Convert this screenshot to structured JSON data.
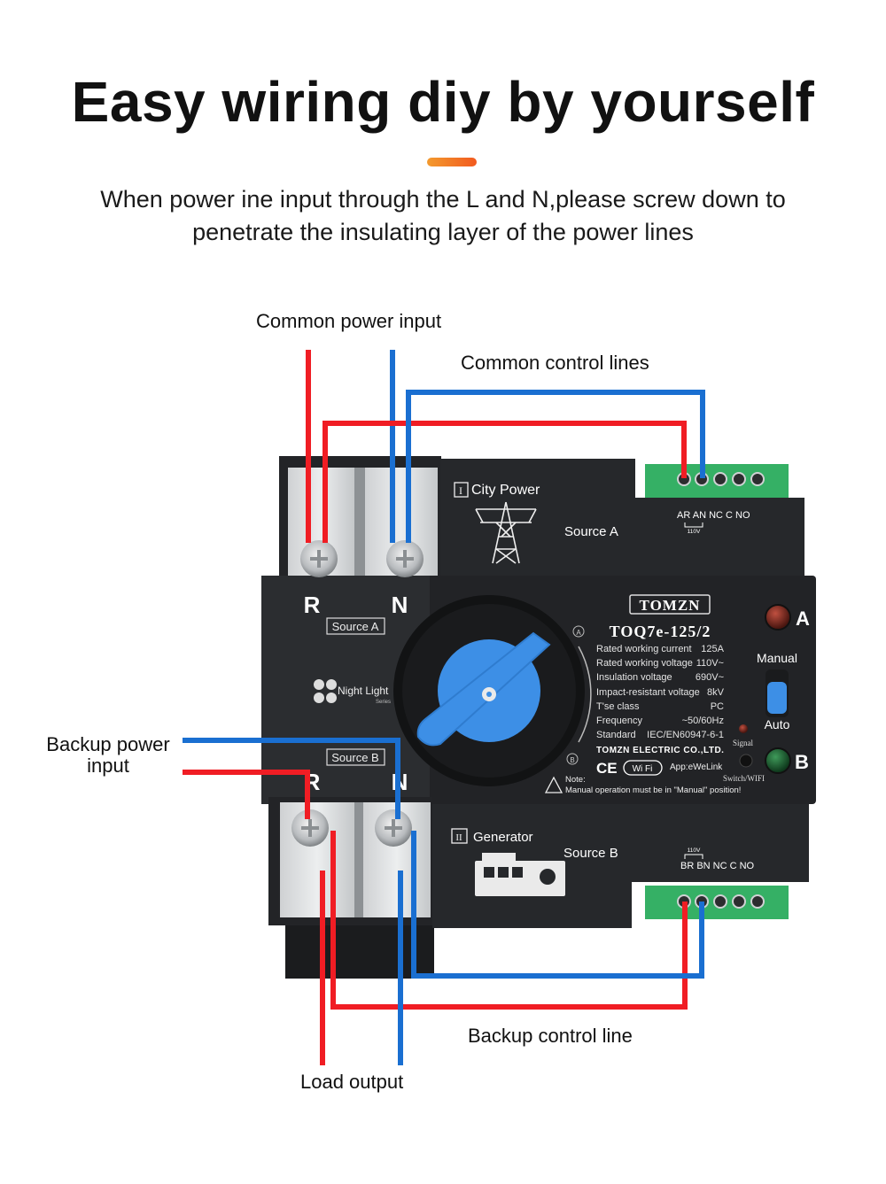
{
  "title": "Easy wiring diy by yourself",
  "subtitle_line1": "When power ine input through the L and N,please screw down to",
  "subtitle_line2": "penetrate the insulating layer of the power lines",
  "labels": {
    "common_power_input": "Common power input",
    "common_control_lines": "Common control lines",
    "backup_power_input_1": "Backup power",
    "backup_power_input_2": "input",
    "backup_control_line": "Backup control line",
    "load_output": "Load output"
  },
  "device": {
    "terminal_r": "R",
    "terminal_n": "N",
    "source_a_tag": "Source A",
    "source_b_tag": "Source B",
    "night_light": "Night Light",
    "series": "Series",
    "city_power": "City Power",
    "source_a": "Source A",
    "source_b": "Source B",
    "generator": "Generator",
    "roman_1": "I",
    "roman_2": "II",
    "ctrl_top_labels": "AR AN  NC  C  NO",
    "ctrl_bottom_labels": "BR BN  NC  C  NO",
    "v110": "110V",
    "brand": "TOMZN",
    "model": "TOQ7e-125/2",
    "specs": [
      {
        "k": "Rated working current",
        "v": "125A"
      },
      {
        "k": "Rated working voltage",
        "v": "110V~"
      },
      {
        "k": "Insulation voltage",
        "v": "690V~"
      },
      {
        "k": "Impact-resistant voltage",
        "v": "8kV"
      },
      {
        "k": "T'se class",
        "v": "PC"
      },
      {
        "k": "Frequency",
        "v": "~50/60Hz"
      },
      {
        "k": "Standard",
        "v": "IEC/EN60947-6-1"
      }
    ],
    "company": "TOMZN ELECTRIC CO.,LTD.",
    "signal": "Signal",
    "app": "App:eWeLink",
    "switch_wifi": "Switch/WIFI",
    "wifi_badge": "Wi Fi",
    "ce": "CE",
    "note_label": "Note:",
    "note_text": "Manual operation must be in \"Manual\" position!",
    "manual": "Manual",
    "auto": "Auto",
    "indicator_a": "A",
    "indicator_b": "B",
    "dial_a": "A",
    "dial_b": "B"
  },
  "colors": {
    "red_wire": "#f01d24",
    "blue_wire": "#1a6fd1",
    "device_body": "#25272a",
    "knob_blue": "#3d8fe6",
    "terminal_green": "#35b065"
  }
}
